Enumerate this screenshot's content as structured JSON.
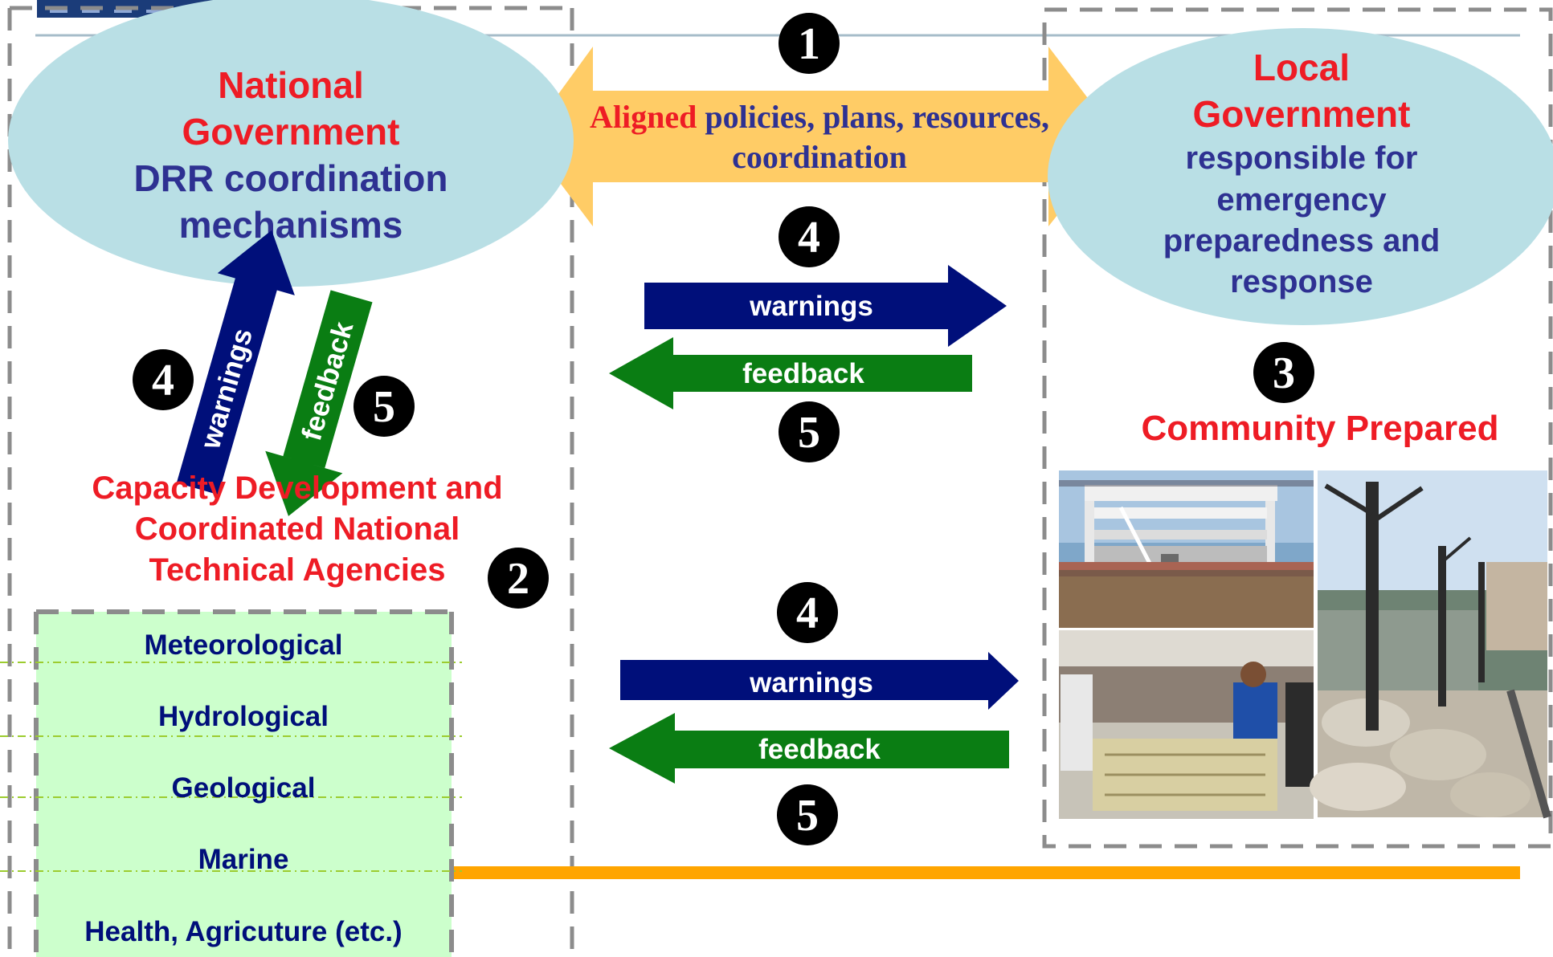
{
  "national": {
    "title_line1": "National",
    "title_line2": "Government",
    "sub_line1": "DRR coordination",
    "sub_line2": "mechanisms"
  },
  "local": {
    "title_line1": "Local",
    "title_line2": "Government",
    "sub_line1": "responsible for",
    "sub_line2": "emergency",
    "sub_line3": "preparedness and",
    "sub_line4": "response"
  },
  "aligned": {
    "highlight": "Aligned",
    "rest_line1": " policies, plans, resources,",
    "line2": "coordination"
  },
  "arrows": {
    "warnings": "warnings",
    "feedback": "feedback"
  },
  "badges": {
    "one": "1",
    "two": "2",
    "three": "3",
    "four": "4",
    "five": "5"
  },
  "community": {
    "label": "Community Prepared"
  },
  "capacity": {
    "line1": "Capacity Development and",
    "line2": "Coordinated National",
    "line3": "Technical Agencies"
  },
  "agencies": [
    "Meteorological",
    "Hydrological",
    "Geological",
    "Marine",
    "Health, Agricuture (etc.)"
  ],
  "colors": {
    "ellipse": "#b9dfe5",
    "red": "#ee1c25",
    "navy": "#2e3192",
    "warnings_arrow": "#000f7a",
    "feedback_arrow": "#0a7d13",
    "aligned_arrow": "#ffcc66",
    "agency_panel": "#ccffcc",
    "orange_line": "#ffa500"
  }
}
